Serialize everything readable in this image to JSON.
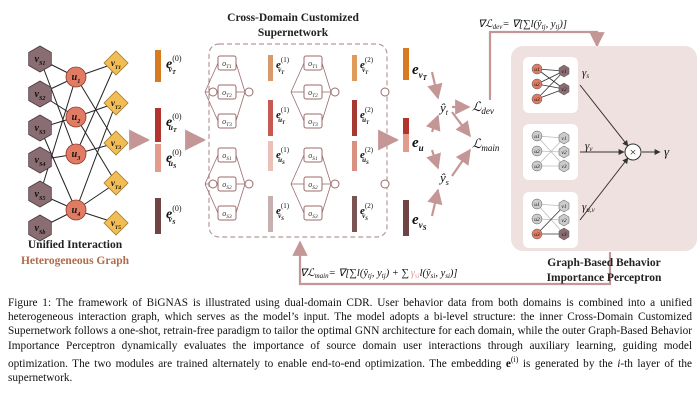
{
  "left_graph": {
    "title": "Unified Interaction",
    "subtitle": "Heterogeneous Graph",
    "source_nodes": [
      "v_S1",
      "v_S2",
      "v_S3",
      "v_S4",
      "v_S5",
      "v_Sb"
    ],
    "source_node_sub": [
      "S1",
      "S2",
      "S3",
      "S4",
      "S5",
      "Sb"
    ],
    "user_nodes": [
      "u_1",
      "u_2",
      "u_3",
      "u_4"
    ],
    "user_node_sub": [
      "1",
      "2",
      "3",
      "4"
    ],
    "target_nodes": [
      "v_T1",
      "v_T2",
      "v_T3",
      "v_T4",
      "v_T5"
    ],
    "target_node_sub": [
      "T1",
      "T2",
      "T3",
      "T4",
      "T5"
    ]
  },
  "embeddings0": {
    "vT": {
      "base": "e",
      "sup": "(0)",
      "sub": "v",
      "subsub": "T"
    },
    "uT": {
      "base": "e",
      "sup": "(0)",
      "sub": "u",
      "subsub": "T"
    },
    "uS": {
      "base": "e",
      "sup": "(0)",
      "sub": "u",
      "subsub": "S"
    },
    "vS": {
      "base": "e",
      "sup": "(0)",
      "sub": "v",
      "subsub": "S"
    }
  },
  "supernet": {
    "title_line1": "Cross-Domain Customized",
    "title_line2": "Supernetwork",
    "op_labels": [
      "o_T1",
      "o_T2",
      "o_T3",
      "o_S1",
      "o_S2",
      "o_S3"
    ],
    "op_sub": [
      "T1",
      "T2",
      "T3",
      "S1",
      "S2",
      "S3"
    ],
    "layer1": {
      "vT": {
        "sup": "(1)",
        "sub": "v",
        "subsub": "T"
      },
      "uT": {
        "sup": "(1)",
        "sub": "u",
        "subsub": "T"
      },
      "uS": {
        "sup": "(1)",
        "sub": "u",
        "subsub": "S"
      },
      "vS": {
        "sup": "(1)",
        "sub": "v",
        "subsub": "S"
      }
    },
    "layer2": {
      "vT": {
        "sup": "(2)",
        "sub": "v",
        "subsub": "T"
      },
      "uT": {
        "sup": "(2)",
        "sub": "u",
        "subsub": "T"
      },
      "uS": {
        "sup": "(2)",
        "sub": "u",
        "subsub": "S"
      },
      "vS": {
        "sup": "(2)",
        "sub": "v",
        "subsub": "S"
      }
    }
  },
  "outputs": {
    "e_vT": {
      "sub": "v",
      "subsub": "T"
    },
    "e_u": {
      "sub": "u"
    },
    "e_vS": {
      "sub": "v",
      "subsub": "S"
    },
    "yT": {
      "sym": "ŷ",
      "sub": "t"
    },
    "yS": {
      "sym": "ŷ",
      "sub": "s"
    },
    "L_dev": {
      "sym": "ℒ",
      "sub": "dev"
    },
    "L_main": {
      "sym": "ℒ",
      "sub": "main"
    }
  },
  "formulas": {
    "dev_lhs": "∇ℒ",
    "dev_lhs_sub": "dev",
    "dev_rhs": "= ∇[∑l(ŷ",
    "dev_rhs_sub": "tj",
    "dev_rhs_mid": ", y",
    "dev_rhs_sub2": "tj",
    "dev_rhs_end": ")]",
    "main_lhs": "∇ℒ",
    "main_lhs_sub": "main",
    "main_rhs1": "= ∇[∑l(ŷ",
    "main_sub1": "tj",
    "main_rhs2": ", y",
    "main_sub2": "tj",
    "main_rhs3": ") + ∑",
    "main_gamma": "γ",
    "main_gamma_sub": "si",
    "main_rhs4": "l(ŷ",
    "main_sub3": "si",
    "main_rhs5": ", y",
    "main_sub4": "si",
    "main_rhs6": ")]"
  },
  "perceptron": {
    "title_line1": "Graph-Based Behavior",
    "title_line2": "Importance Perceptron",
    "mini_nodes_1": [
      "u1",
      "u2",
      "u3",
      "v1",
      "v2"
    ],
    "mini_nodes_2": [
      "u1",
      "u2",
      "u3",
      "v1",
      "v2",
      "v3"
    ],
    "mini_nodes_3": [
      "u1",
      "u2",
      "u3",
      "v1",
      "v2",
      "v3"
    ],
    "gamma_s": {
      "sym": "γ",
      "sub": "s"
    },
    "gamma_v": {
      "sym": "γ",
      "sub": "v"
    },
    "gamma_uv": {
      "sym": "γ",
      "sub": "u,v"
    },
    "gamma": "γ",
    "times_symbol": "×"
  },
  "caption": {
    "label": "Figure 1:",
    "text_before": "The framework of BiGNAS is illustrated using dual-domain CDR. User behavior data from both domains is combined into a unified heterogeneous interaction graph, which serves as the model’s input. The model adopts a bi-level structure: the inner Cross-Domain Customized Supernetwork follows a one-shot, retrain-free paradigm to tailor the optimal GNN architecture for each domain, while the outer Graph-Based Behavior Importance Perceptron dynamically evaluates the importance of source domain user interactions through auxiliary learning, guiding model optimization. The two modules are trained alternately to enable end-to-end optimization. The embedding ",
    "emb_e": "e",
    "emb_sup": "(i)",
    "text_mid": " is generated by the ",
    "emb_i": "i",
    "text_after": "-th layer of the supernetwork."
  },
  "colors": {
    "source_node": "#8a6d72",
    "user_node": "#e27b64",
    "target_node": "#f2bd54",
    "edge": "#222222",
    "arrow": "#c69c9c",
    "panel_bg": "#efe1df",
    "supernet_border": "#b59a9a",
    "op_box": "#9c6b6b",
    "emb_vT": "#d77b21",
    "emb_uT": "#b3342c",
    "emb_uS": "#e49b8c",
    "emb_vS": "#6e4444"
  }
}
